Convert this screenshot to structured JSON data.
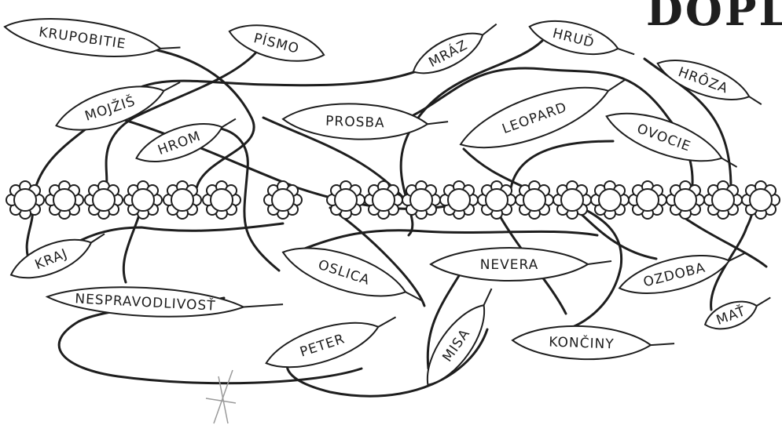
{
  "heading_fragment": "DOPL",
  "leaves": [
    {
      "id": "krupobitie",
      "label": "KRUPOBITIE"
    },
    {
      "id": "pismo",
      "label": "PÍSMO"
    },
    {
      "id": "mraz",
      "label": "MRÁZ"
    },
    {
      "id": "hrud",
      "label": "HRUĎ"
    },
    {
      "id": "hroza",
      "label": "HRÔZA"
    },
    {
      "id": "mojzis",
      "label": "MOJŽIŠ"
    },
    {
      "id": "prosba",
      "label": "PROSBA"
    },
    {
      "id": "leopard",
      "label": "LEOPARD"
    },
    {
      "id": "ovocie",
      "label": "OVOCIE"
    },
    {
      "id": "hrom",
      "label": "HROM"
    },
    {
      "id": "kraj",
      "label": "KRAJ"
    },
    {
      "id": "oslica",
      "label": "OSLICA"
    },
    {
      "id": "nevera",
      "label": "NEVERA"
    },
    {
      "id": "ozdoba",
      "label": "OZDOBA"
    },
    {
      "id": "nespravodlivost",
      "label": "NESPRAVODLIVOSŤ"
    },
    {
      "id": "mat",
      "label": "MAŤ"
    },
    {
      "id": "peter",
      "label": "PETER"
    },
    {
      "id": "misa",
      "label": "MISA"
    },
    {
      "id": "konciny",
      "label": "KONČINY"
    }
  ],
  "colors": {
    "ink": "#1e1e1e",
    "paper": "#ffffff"
  }
}
